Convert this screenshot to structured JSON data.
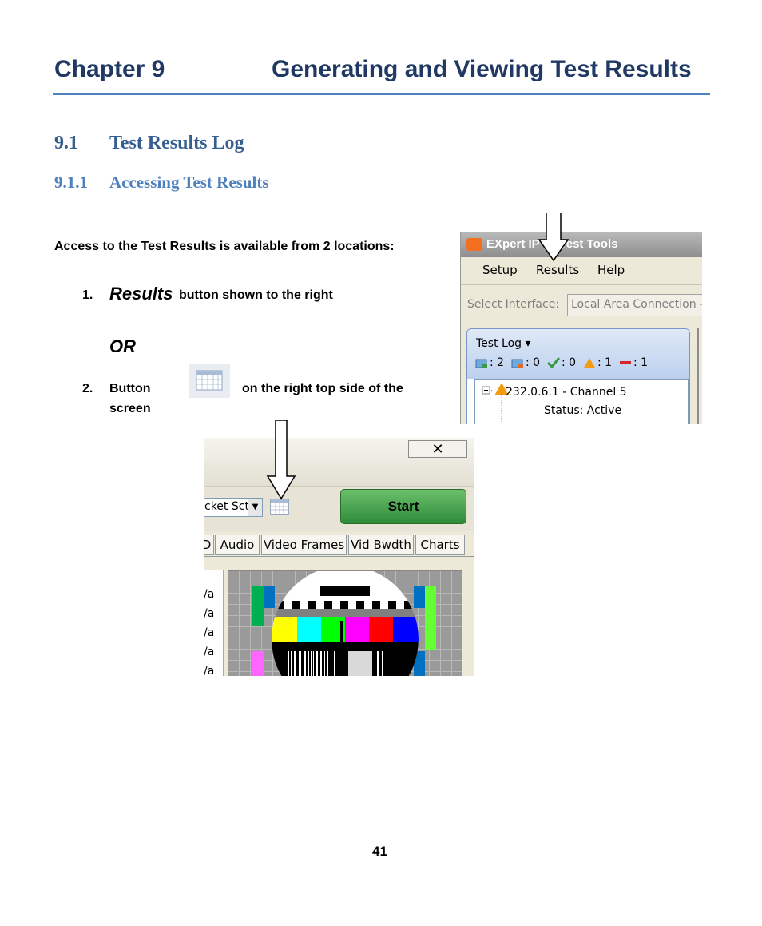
{
  "heading": {
    "chapter_number": "Chapter 9",
    "chapter_title": "Generating and Viewing Test Results"
  },
  "section": {
    "number": "9.1",
    "title": "Test Results Log"
  },
  "subsection": {
    "number": "9.1.1",
    "title": "Accessing Test Results"
  },
  "body": {
    "intro": "Access to the Test Results is available from 2 locations:",
    "item1_number": "1.",
    "item1_results": "Results",
    "item1_rest": "button shown to the right",
    "or": "OR",
    "item2_number": "2.",
    "item2_button": "Button",
    "item2_rest": "on the right top side of the",
    "item2_screen": "screen"
  },
  "screenshot1": {
    "title": "EXpert IP",
    "title_tail": "Test Tools",
    "menu": [
      "Setup",
      "Results",
      "Help"
    ],
    "interface_label": "Select Interface:",
    "interface_value": "Local Area Connection -",
    "testlog_label": "Test Log",
    "counts": [
      ": 2",
      ": 0",
      ": 0",
      ": 1",
      ": 1"
    ],
    "tree_node": "232.0.6.1 - Channel 5",
    "tree_status": "Status: Active"
  },
  "screenshot2": {
    "close": "✕",
    "combo_value": "cket Sct",
    "start_label": "Start",
    "tabs": [
      "D",
      "Audio",
      "Video Frames",
      "Vid Bwdth",
      "Charts"
    ],
    "rows": [
      "/a",
      "/a",
      "/a",
      "/a",
      "/a"
    ]
  },
  "page_number": "41",
  "colors": {
    "heading": "#1f3864",
    "section": "#365f91",
    "subsection": "#4f81bd",
    "rule": "#4f81bd",
    "start_button": "#3a9a44"
  }
}
